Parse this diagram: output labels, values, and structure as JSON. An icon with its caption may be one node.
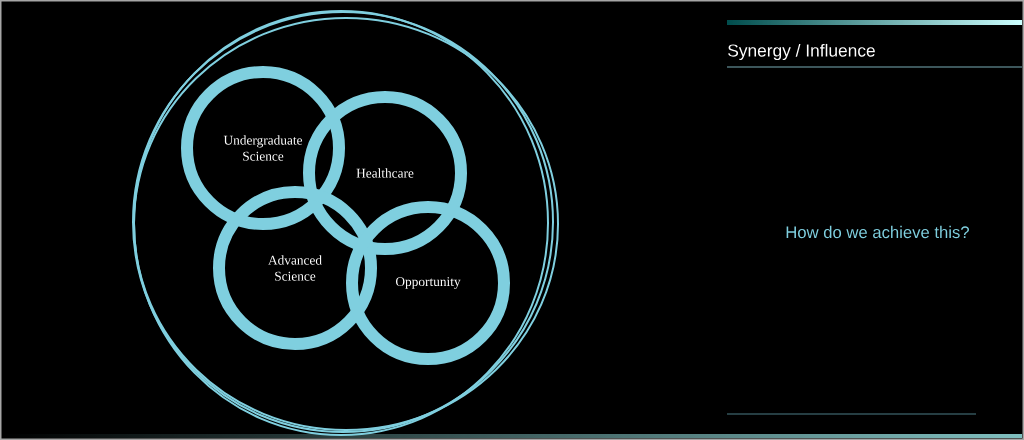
{
  "diagram": {
    "title": "Synergy / Influence",
    "nodes": [
      {
        "text": [],
        "shape": "circle"
      },
      {
        "text": [
          "Undergraduate Science"
        ],
        "in": 0
      },
      {
        "text": [
          "Healthcare"
        ],
        "in": 0
      },
      {
        "text": [
          "Advanced Science"
        ],
        "in": 0
      },
      {
        "text": [
          "Opportunity"
        ],
        "in": 0
      }
    ],
    "labels": [
      "How do we achieve this?"
    ]
  }
}
